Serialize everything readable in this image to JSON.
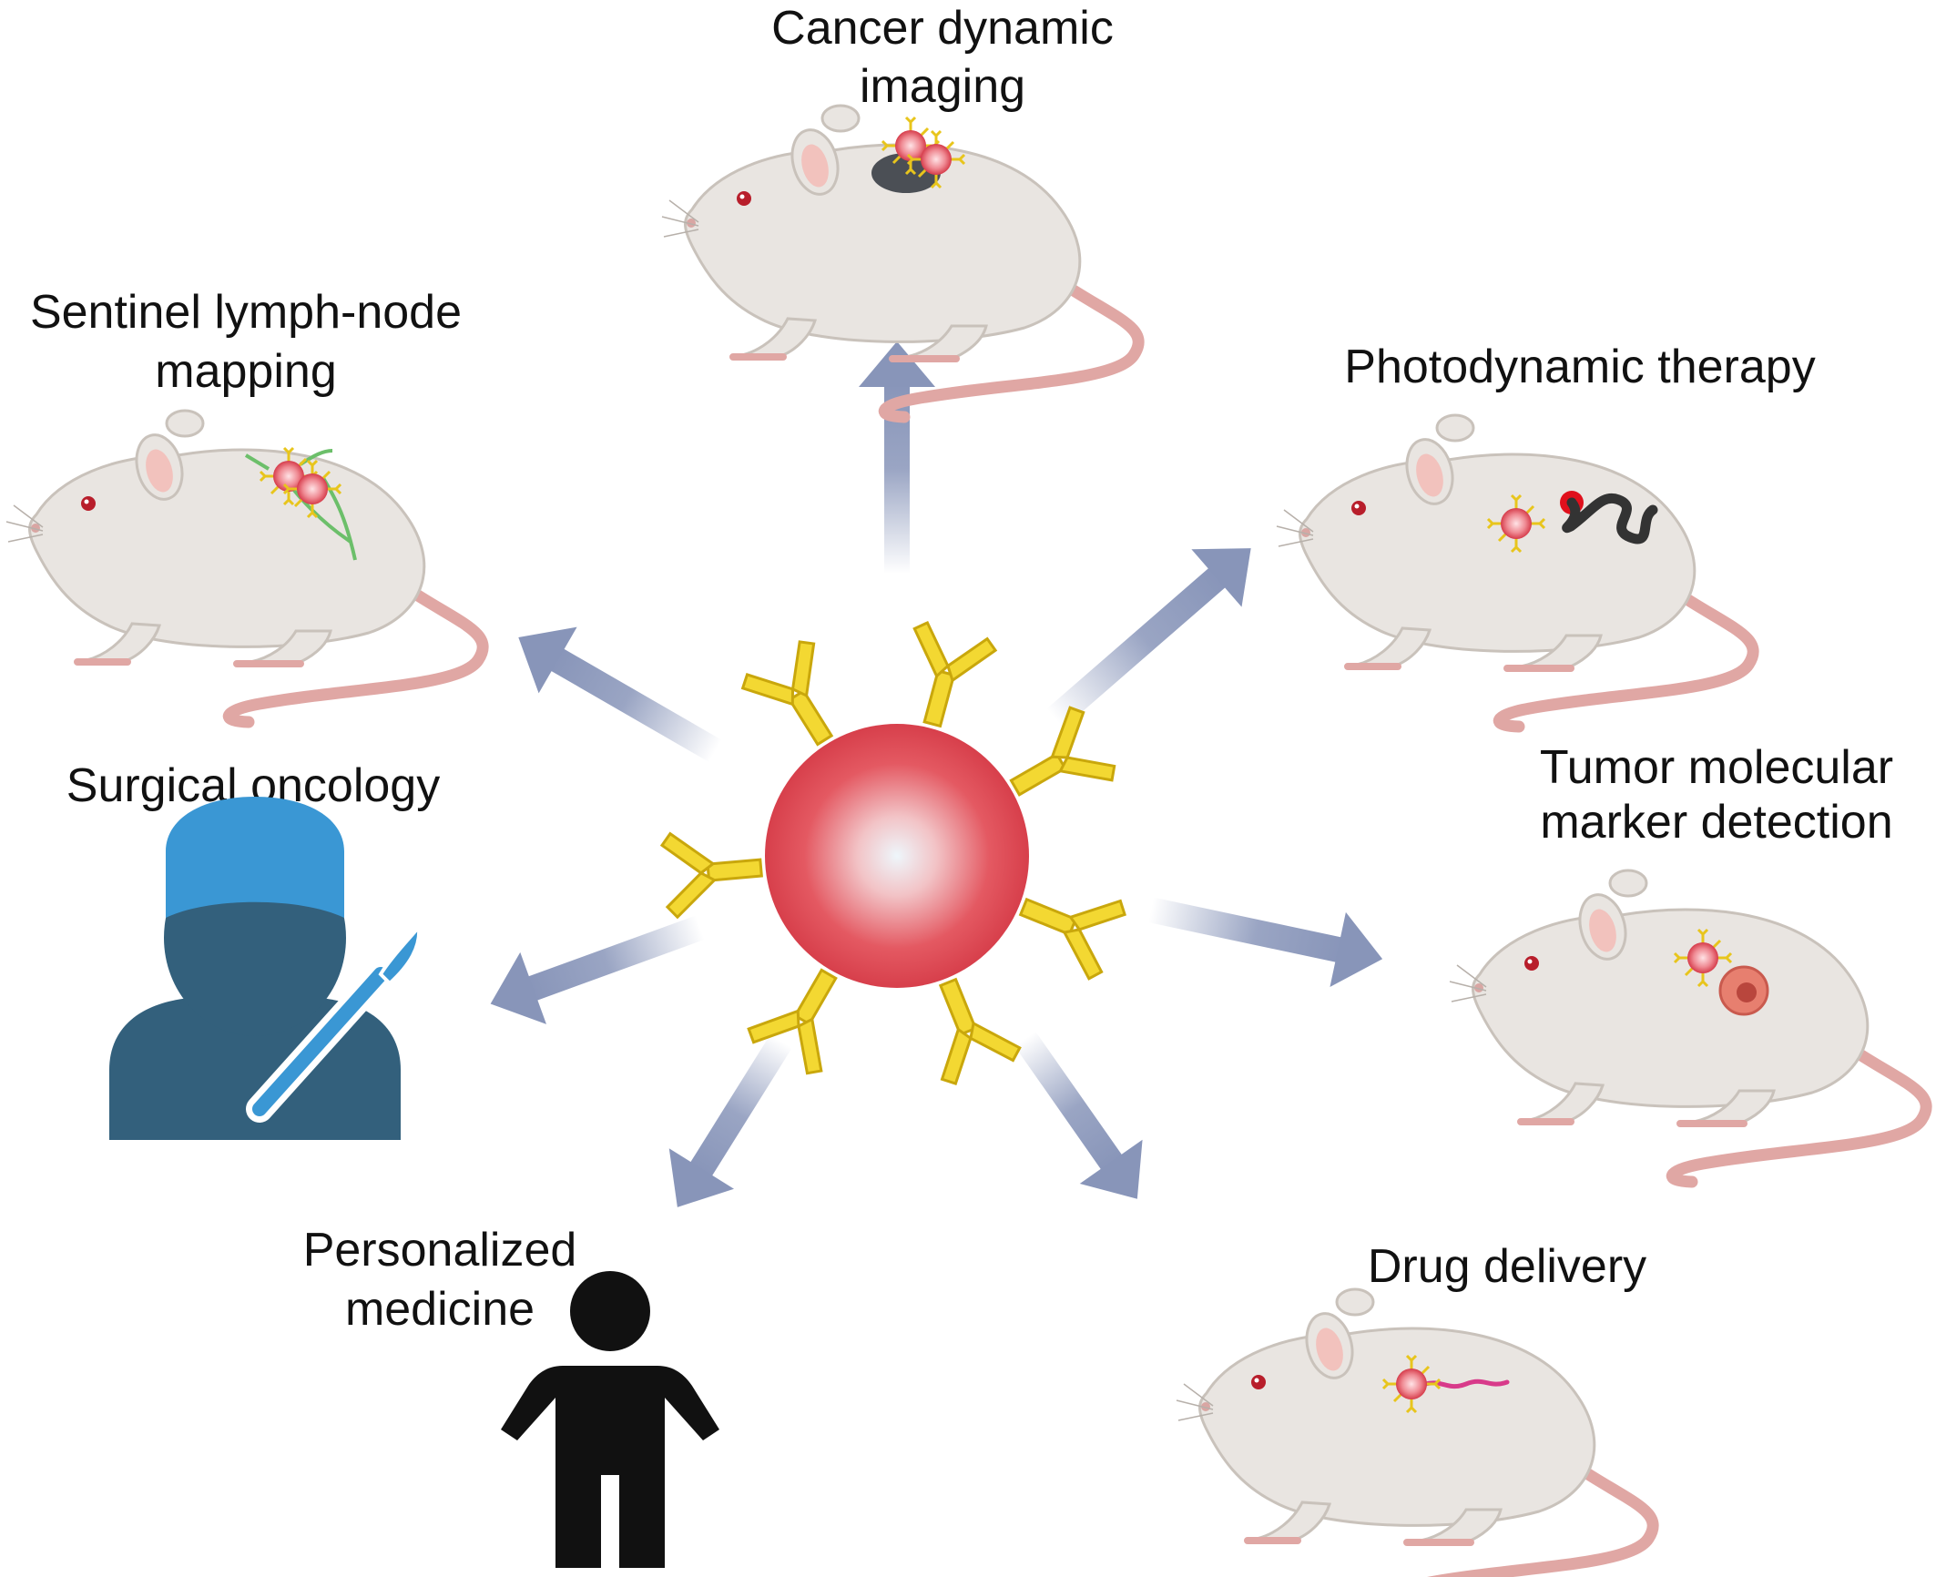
{
  "diagram": {
    "center": {
      "sphere_color": "#e24a55",
      "antibody_color": "#f3d832"
    },
    "arrow_color": "#8895b9",
    "applications": {
      "cancer_imaging": {
        "line1": "Cancer dynamic",
        "line2": "imaging",
        "icon": "mouse-with-tumor"
      },
      "lymph_node": {
        "line1": "Sentinel lymph-node",
        "line2": "mapping",
        "icon": "mouse-with-lymph-vessels"
      },
      "photodynamic": {
        "line1": "Photodynamic therapy",
        "icon": "mouse-with-photosensitizer"
      },
      "surgical": {
        "line1": "Surgical oncology",
        "icon": "surgeon-with-scalpel",
        "cap_color": "#3a97d4",
        "body_color": "#33607c"
      },
      "tumor_marker": {
        "line1": "Tumor molecular",
        "line2": "marker detection",
        "icon": "mouse-with-tumor-cell"
      },
      "personalized": {
        "line1": "Personalized",
        "line2": "medicine",
        "icon": "person"
      },
      "drug_delivery": {
        "line1": "Drug delivery",
        "icon": "mouse-with-drug"
      }
    }
  }
}
